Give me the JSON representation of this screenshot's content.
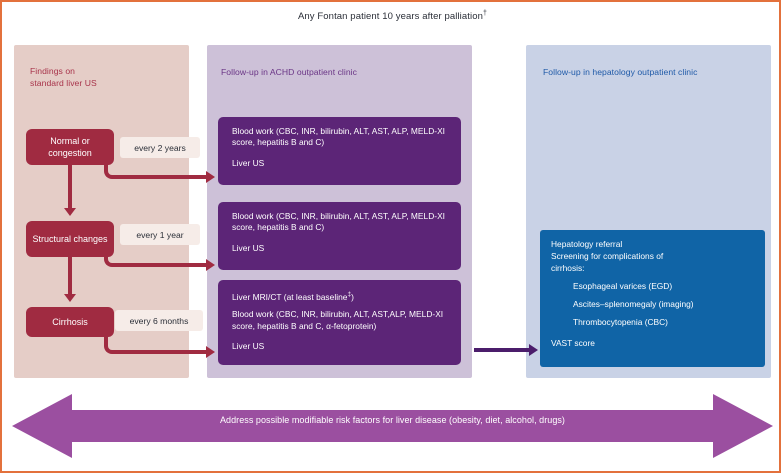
{
  "figure": {
    "title": "Any Fontan patient 10 years after palliation",
    "title_marker": "†",
    "border_color": "#e3713c"
  },
  "columns": {
    "findings": {
      "label": "Findings on\nstandard liver US",
      "label_line1": "Findings on",
      "label_line2": "standard liver US",
      "panel_color": "#e5cdc7",
      "text_color": "#a8344b"
    },
    "achd": {
      "label": "Follow-up in ACHD outpatient clinic",
      "panel_color": "#cdc1d8",
      "text_color": "#6a3586"
    },
    "hepatology": {
      "label": "Follow-up in hepatology outpatient clinic",
      "panel_color": "#c9d2e6",
      "text_color": "#1f5aa8"
    }
  },
  "stages": [
    {
      "id": "normal",
      "label": "Normal or congestion",
      "interval": "every 2 years",
      "color": "#a02b41"
    },
    {
      "id": "structural",
      "label": "Structural changes",
      "interval": "every 1 year",
      "color": "#a02b41"
    },
    {
      "id": "cirrhosis",
      "label": "Cirrhosis",
      "interval": "every 6 months",
      "color": "#a02b41"
    }
  ],
  "achd_boxes": [
    {
      "id": "achd-1",
      "color": "#5c2577",
      "line1": "Blood work (CBC, INR, bilirubin, ALT, AST, ALP, MELD-XI score, hepatitis B and C)",
      "line2": "Liver US"
    },
    {
      "id": "achd-2",
      "color": "#5c2577",
      "line1": "Blood work (CBC, INR, bilirubin, ALT, AST, ALP, MELD-XI score, hepatitis B and C)",
      "line2": "Liver US"
    },
    {
      "id": "achd-3",
      "color": "#5c2577",
      "line0": "Liver MRI/CT (at least baseline",
      "line0_marker": "‡",
      "line0_close": ")",
      "line1": "Blood work (CBC, INR, bilirubin, ALT, AST,ALP, MELD-XI score, hepatitis B and C, α-fetoprotein)",
      "line2": "Liver US"
    }
  ],
  "hepatology_box": {
    "color": "#1064a6",
    "referral": "Hepatology referral",
    "screening_line1": "Screening for complications of",
    "screening_line2": "cirrhosis:",
    "complications": [
      "Esophageal varices (EGD)",
      "Ascites–splenomegaly (imaging)",
      "Thrombocytopenia (CBC)"
    ],
    "vast": "VAST score"
  },
  "banner": {
    "text": "Address possible modifiable risk factors for liver disease (obesity, diet, alcohol, drugs)",
    "color": "#9b4fa0"
  }
}
